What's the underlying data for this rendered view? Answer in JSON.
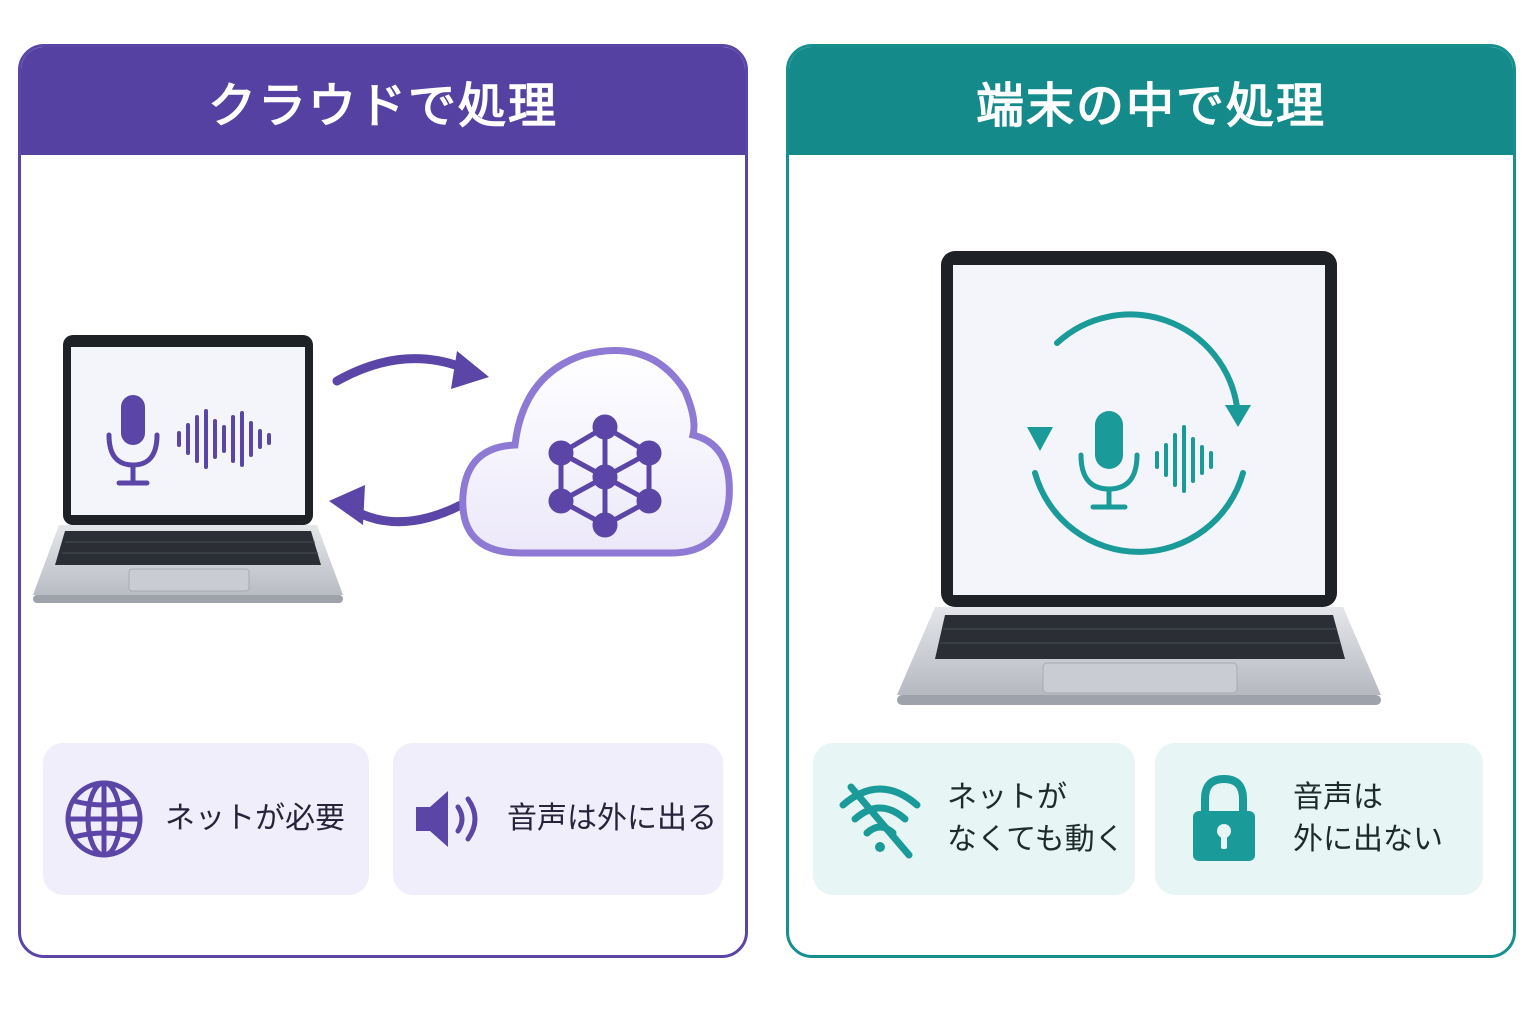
{
  "panels": {
    "cloud": {
      "title": "クラウドで処理",
      "accent_color": "#5541a1",
      "features": [
        {
          "icon": "globe-icon",
          "label": "ネットが必要"
        },
        {
          "icon": "speaker-icon",
          "label": "音声は外に出る"
        }
      ]
    },
    "device": {
      "title": "端末の中で処理",
      "accent_color": "#148b8a",
      "features": [
        {
          "icon": "wifi-off-icon",
          "line1": "ネットが",
          "line2": "なくても動く"
        },
        {
          "icon": "lock-icon",
          "line1": "音声は",
          "line2": "外に出ない"
        }
      ]
    }
  }
}
